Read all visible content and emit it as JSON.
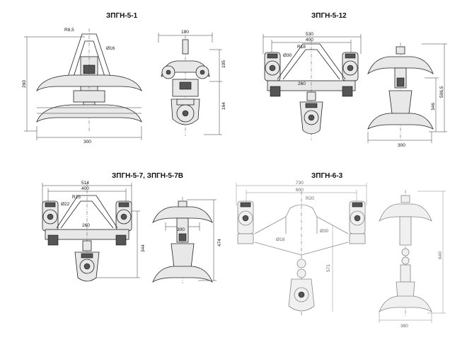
{
  "drawings": [
    {
      "title": "ЗПГН-5-1",
      "dims": {
        "r_top": "R8,5",
        "dia": "Ø16",
        "height": "260",
        "width": "300",
        "side_width": "180",
        "side_h1": "105",
        "side_h2": "164"
      }
    },
    {
      "title": "ЗПГН-5-12",
      "dims": {
        "w_outer": "530",
        "w_inner": "400",
        "radius": "R18",
        "dia": "Ø30",
        "span": "260",
        "base": "300",
        "h1": "346",
        "h2": "506,5"
      }
    },
    {
      "title": "ЗПГН-5-7,  ЗПГН-5-7В",
      "dims": {
        "w_outer": "514",
        "w_inner": "400",
        "radius": "R15",
        "dia": "Ø22",
        "span": "260",
        "h": "344",
        "side_w": "300",
        "side_h": "474"
      }
    },
    {
      "title": "ЗПГН-6-3",
      "dims": {
        "w_outer": "730",
        "w_inner": "600",
        "radius": "R20",
        "dia1": "Ø30",
        "dia2": "Ø18",
        "h": "571",
        "base": "380",
        "side_h": "640"
      }
    }
  ]
}
